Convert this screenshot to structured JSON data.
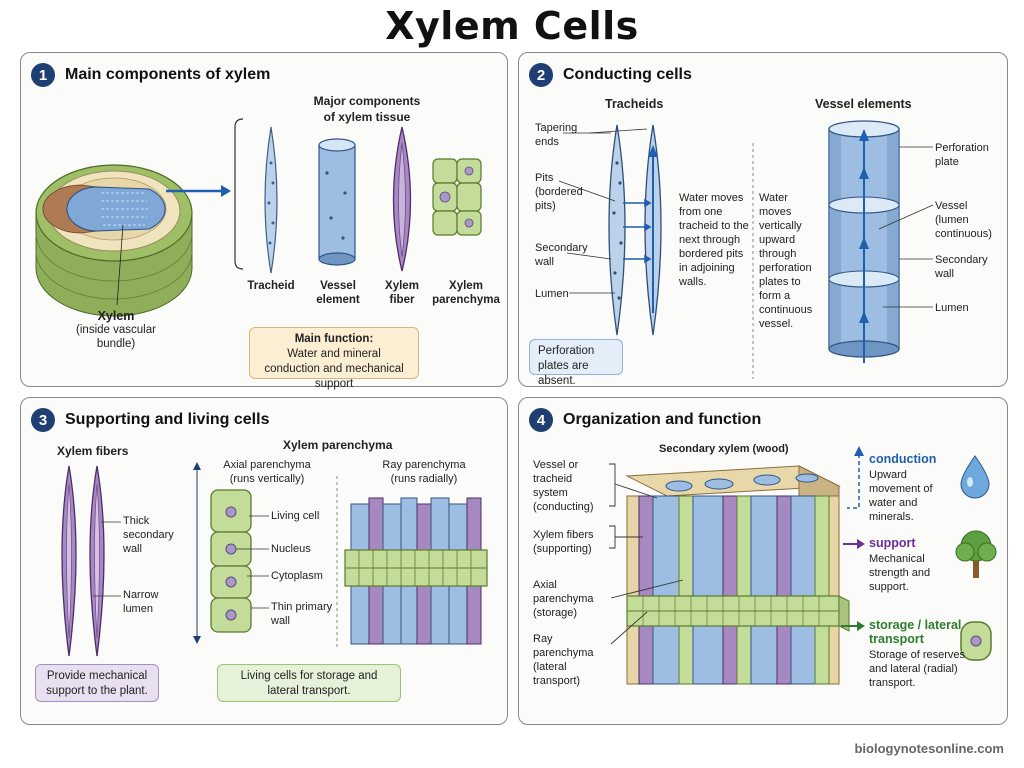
{
  "title": "Xylem Cells",
  "footer": "biologynotesonline.com",
  "panels": {
    "p1": {
      "number": "1",
      "title": "Main components of xylem",
      "stem_label_bold": "Xylem",
      "stem_label_sub": "(inside vascular bundle)",
      "components_heading": "Major components of xylem tissue",
      "components": [
        "Tracheid",
        "Vessel element",
        "Xylem fiber",
        "Xylem parenchyma"
      ],
      "function_heading": "Main function:",
      "function_text": "Water and mineral conduction and mechanical support"
    },
    "p2": {
      "number": "2",
      "title": "Conducting cells",
      "tracheids_heading": "Tracheids",
      "vessels_heading": "Vessel elements",
      "tracheid_labels": [
        "Tapering ends",
        "Pits (bordered pits)",
        "Secondary wall",
        "Lumen"
      ],
      "tracheid_note": "Water moves from one tracheid to the next through bordered pits in adjoining walls.",
      "tracheid_box": "Perforation plates are absent.",
      "vessel_note": "Water moves vertically upward through perforation plates to form a continuous vessel.",
      "vessel_labels": [
        "Perforation plate",
        "Vessel (lumen continuous)",
        "Secondary wall",
        "Lumen"
      ]
    },
    "p3": {
      "number": "3",
      "title": "Supporting and living cells",
      "fibers_heading": "Xylem fibers",
      "fiber_labels": [
        "Thick secondary wall",
        "Narrow lumen"
      ],
      "fiber_box": "Provide mechanical support to the plant.",
      "parenchyma_heading": "Xylem parenchyma",
      "axial_heading": "Axial parenchyma",
      "axial_sub": "(runs vertically)",
      "ray_heading": "Ray parenchyma",
      "ray_sub": "(runs radially)",
      "axial_labels": [
        "Living cell",
        "Nucleus",
        "Cytoplasm",
        "Thin primary wall"
      ],
      "parenchyma_box": "Living cells for storage and lateral transport."
    },
    "p4": {
      "number": "4",
      "title": "Organization and function",
      "block_heading": "Secondary xylem (wood)",
      "left_labels": [
        "Vessel or tracheid system (conducting)",
        "Xylem fibers (supporting)",
        "Axial parenchyma (storage)",
        "Ray parenchyma (lateral transport)"
      ],
      "functions": [
        {
          "name": "conduction",
          "desc": "Upward movement of water and minerals.",
          "color": "#1f5fb0",
          "icon": "water-drop-icon"
        },
        {
          "name": "support",
          "desc": "Mechanical strength and support.",
          "color": "#6b2f96",
          "icon": "tree-icon"
        },
        {
          "name": "storage / lateral transport",
          "desc": "Storage of reserves and lateral (radial) transport.",
          "color": "#2e7d2e",
          "icon": "parenchyma-cell-icon"
        }
      ]
    }
  },
  "colors": {
    "number_badge": "#1f3f72",
    "arrow_blue": "#1f5fb0",
    "vessel_blue": "#8fb4dc",
    "fiber_purple": "#9d7bb8",
    "parenchyma_green": "#c4dc9a",
    "function_box_bg": "#fbeed2",
    "tracheid_box_bg": "#e4eef9",
    "fiber_box_bg": "#e8e0f0",
    "parenchyma_box_bg": "#e6f1d9"
  }
}
